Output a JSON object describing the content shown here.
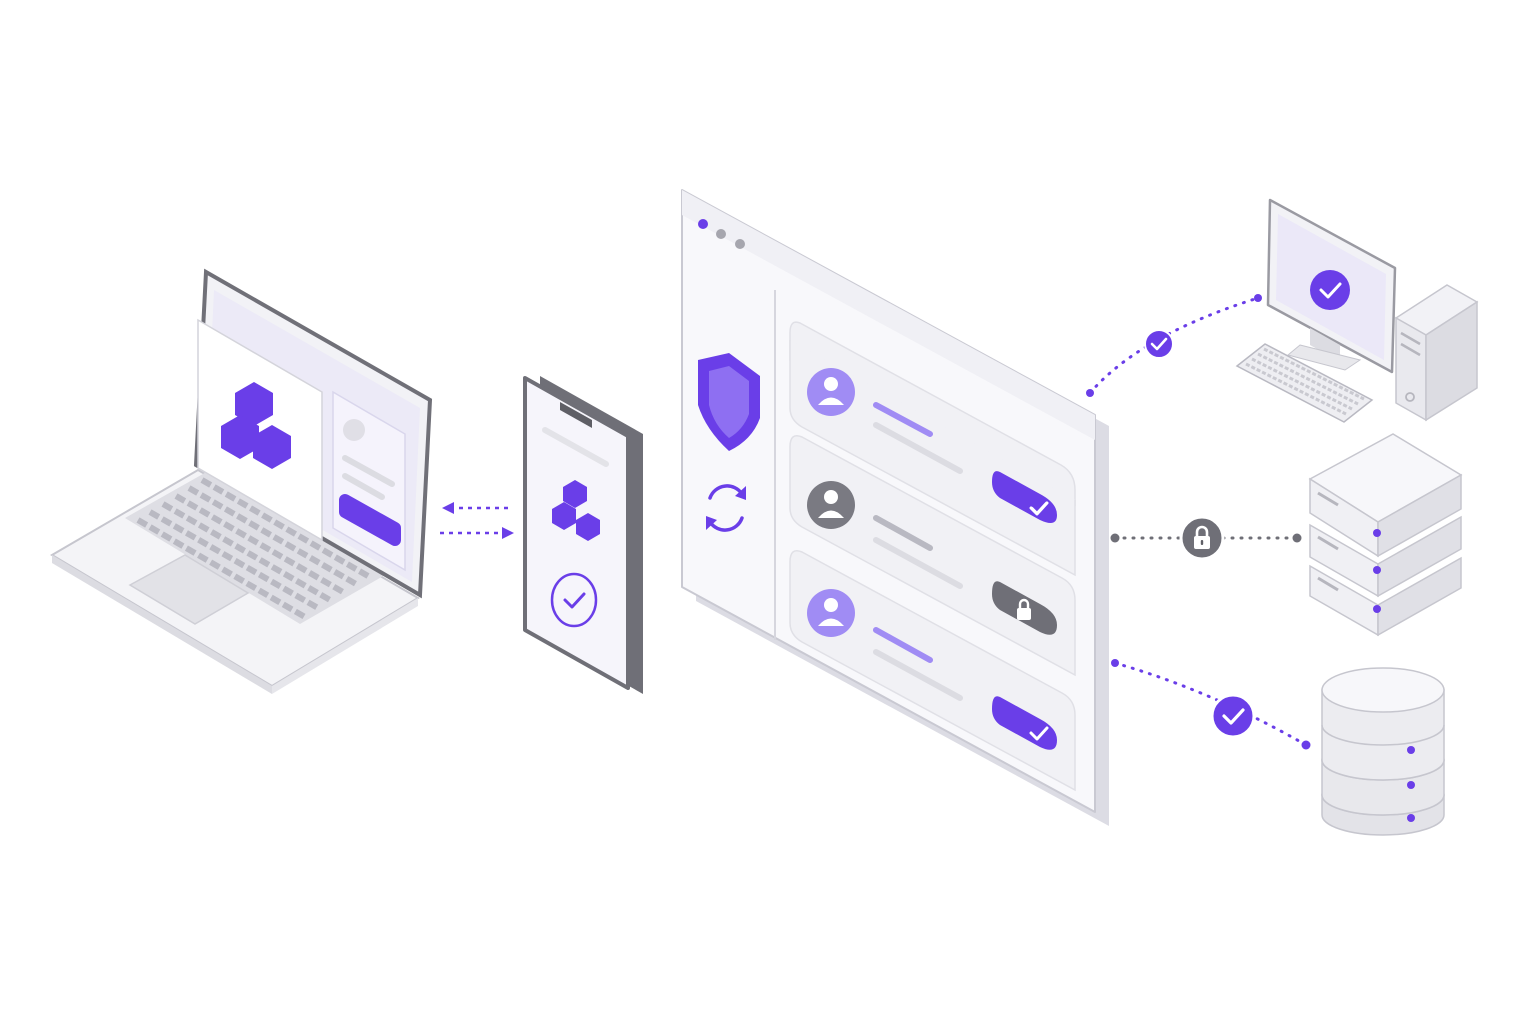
{
  "colors": {
    "accent": "#6a3ee8",
    "accent_light": "#a08cf4",
    "accent_pale": "#e8e2fb",
    "neutral_dark": "#5f5f66",
    "neutral_mid": "#8e8e96",
    "outline": "#c6c6ce",
    "surface": "#f7f7fa",
    "lavender_surface": "#f1effa"
  },
  "devices": {
    "laptop": {
      "icon": "hexagon-cluster-icon",
      "button_color": "accent"
    },
    "phone": {
      "icon": "hexagon-cluster-icon",
      "status_icon": "check-circle-icon"
    },
    "desktop": {
      "icon": "check-circle-icon"
    },
    "server_stack": {
      "units": 3,
      "status_indicator": "accent-dot"
    },
    "database": {
      "tiers": 3,
      "status_indicator": "accent-dot"
    }
  },
  "dashboard": {
    "window_controls": [
      "close-dot",
      "dot",
      "dot"
    ],
    "sidebar_icons": [
      "shield-icon",
      "sync-icon"
    ],
    "rows": [
      {
        "avatar_tone": "accent",
        "action": "none"
      },
      {
        "avatar_tone": "neutral",
        "action": "approve",
        "action_icon": "check-icon"
      },
      {
        "avatar_tone": "accent",
        "action": "locked",
        "action_icon": "lock-icon"
      },
      {
        "avatar_tone": "accent",
        "action": "approve",
        "action_icon": "check-icon"
      }
    ]
  },
  "connections": [
    {
      "from": "laptop",
      "to": "phone",
      "style": "dotted",
      "direction": "bidirectional",
      "color": "accent"
    },
    {
      "from": "dashboard",
      "to": "desktop",
      "style": "dotted",
      "status_icon": "check-icon",
      "color": "accent"
    },
    {
      "from": "dashboard",
      "to": "server_stack",
      "style": "dotted",
      "status_icon": "lock-icon",
      "color": "neutral"
    },
    {
      "from": "dashboard",
      "to": "database",
      "style": "dotted",
      "status_icon": "check-icon",
      "color": "accent"
    }
  ]
}
